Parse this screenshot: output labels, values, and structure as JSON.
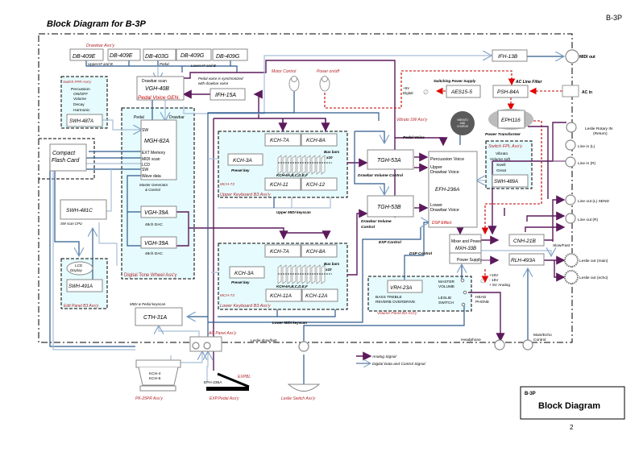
{
  "header": {
    "title": "Block Diagram for B-3P",
    "model": "B-3P"
  },
  "drawbar_assy": {
    "label": "Drawbar Ass'y",
    "boards": [
      "DB-409E",
      "DB-409E",
      "DB-403G",
      "DB-409G",
      "DB-409G"
    ],
    "bus_labels": [
      "UpperA# and B",
      "Pedal",
      "LowerA# and B"
    ]
  },
  "switch_fpr": {
    "label": "Switch FPR Ass'y",
    "items": [
      "Percussion",
      "ON/OFF",
      "Volume",
      "Decay",
      "Harmonic"
    ],
    "board": "SWH-487A"
  },
  "vgh40b": {
    "top": "Drawbar scan",
    "name": "VGH-40B",
    "sub": "Pedal Voice GEN."
  },
  "pedal_sync_note": [
    "Pedal voice is synchronized",
    "with drawbar voice"
  ],
  "ifh15a": "IFH-15A",
  "ifh13b": "IFH-13B",
  "midi_out": "MIDI out",
  "motor_control": "Motor Control",
  "power_onoff": "Power on/off",
  "power": {
    "switching_label": "Switching Power Supply",
    "aes": "AES15-5",
    "psh": "PSH-84A",
    "ac_filter": "AC Line Filter",
    "digital_5v": [
      "+5V",
      "Digital"
    ],
    "eph": "EPH116",
    "transformer": "Power Transformer",
    "ac_in": "AC in"
  },
  "vibrato_sw": "Vibrato SW Ass'y",
  "vibrato_knob": [
    "VIBRATO",
    "AND",
    "CHORUS"
  ],
  "compact_flash": [
    "Compact",
    "Flash Card"
  ],
  "digital_tone_wheel": {
    "label": "Digital Tone Wheel Ass'y",
    "mgh": "MGH-82A",
    "mgh_inputs_top": [
      "Pedal",
      "Drawbar"
    ],
    "mgh_ports": [
      "SW",
      "EXT Memory",
      "MIDI scan",
      "LCD",
      "SW",
      "Wave data"
    ],
    "mgh_caption": [
      "Master Generator",
      "& Control"
    ],
    "vgh1": "VGH-39A",
    "vgh2": "VGH-39A",
    "dac": "48ch DAC"
  },
  "upper_kb": {
    "label": "Upper Keyboard B3 Ass'y",
    "mch": "MCH-73",
    "kch7": "KCH-7A",
    "kch8": "KCH-8A",
    "kch3": "KCH-3A",
    "preset": "Preset key",
    "busbars": [
      "Bus bars",
      "x10"
    ],
    "kch6": "KCH-6A,B,C,D,E,F",
    "kch11": "KCH-11",
    "kch12": "KCH-12",
    "scan": "Upper MIDI keyscan"
  },
  "lower_kb": {
    "label": "Lower Keyboard B3 Ass'y",
    "mch": "MCH-73",
    "kch7": "KCH-7A",
    "kch8": "KCH-8A",
    "kch3": "KCH-3A",
    "preset": "Preset key",
    "busbars": [
      "Bus bars",
      "x10"
    ],
    "kch6": "KCH-6A,B,C,D,E,F",
    "kch11": "KCH-11A",
    "kch12": "KCH-12A",
    "scan": "Lower MIDI keyscan"
  },
  "swh481c": {
    "name": "SWH-481C",
    "sub": "SW scan CPU"
  },
  "edit_panel": {
    "label": "Edit Panel B3 Ass'y",
    "lcd": [
      "LCD",
      "Display"
    ],
    "board": "SWH-491A"
  },
  "tgh53a": {
    "name": "TGH-53A",
    "caption": "Drawbar Volume Control"
  },
  "tgh53b": {
    "name": "TGH-53B",
    "caption": [
      "Drawbar Volume",
      "Control"
    ]
  },
  "pedal_voice": "Pedal Voice",
  "efh": {
    "name": "EFH-236A",
    "ports": [
      "Percussion Voice",
      "Upper",
      "Drawbar Voice",
      "Lower",
      "Drawbar Voice"
    ],
    "dsp": "DSP Effect"
  },
  "switch_fpl": {
    "label": "Switch FPL Ass'y",
    "items": [
      "Vibrato",
      "Volume soft",
      "Swell",
      "Great"
    ],
    "board": "SWH-489A"
  },
  "jacks_right": {
    "leslie_in": [
      "Leslie Rotary IN",
      "(Return)"
    ],
    "line_in_l": "Line in (L)",
    "line_in_r": "Line in (R)",
    "line_out_l": "Line out (L) SEND",
    "line_out_r": "Line out (R)",
    "leslie_main": "Leslie out (main)",
    "leslie_echo": "Leslie out (echo)",
    "slowfast": "Slow/Fast"
  },
  "mxh": {
    "top": "Mixer and Power",
    "name": "MXH-33B",
    "bottom": "Power Supply",
    "analog": [
      "+15V",
      "- 15V",
      "+ 5V Analog"
    ]
  },
  "cnh": "CNH-21B",
  "rlh": "RLH-493A",
  "exp_control": "EXP Control",
  "dsp_control": "DSP Control",
  "volume_panel": {
    "label": "Volume Panel B3 Ass'y",
    "board": "VRH-23A",
    "master": [
      "MASTER",
      "VOLUME"
    ],
    "leslie": [
      "LESLIE",
      "SWITCH"
    ],
    "tone": [
      "BASS TREBLE",
      "REVERB OVERDRIVE"
    ],
    "head": [
      "HEAD",
      "PHONE"
    ]
  },
  "cth": {
    "name": "CTH-31A",
    "caption": "MIDI & Pedal keyscan"
  },
  "ac_panel": "AC Panel Ass'y",
  "leslie_slowfast": "Leslie slow/fast",
  "headphone": "Headphone",
  "main_echo": [
    "Main/Echo",
    "Control"
  ],
  "pedal_assy": {
    "kch": [
      "KCH-4",
      "KCH-5"
    ],
    "label": "PK-25PR Ass'y"
  },
  "exp_pedal": {
    "efh": "EFH-236A",
    "expbl": "EXPBL",
    "label": "EXP.Pedal Ass'y"
  },
  "leslie_switch": "Leslie Switch Ass'y",
  "legend": {
    "analog": "Analog Signal",
    "digital": "Digital Data and Control Signal"
  },
  "titleblock": {
    "model": "B-3P",
    "title": "Block Diagram",
    "page": "2"
  },
  "colors": {
    "analog": "#5c1a5c",
    "digital": "#2f5a8c",
    "power": "#c00000",
    "assembly_fill": "#e6fbfd",
    "assembly_label": "#b3262b"
  }
}
